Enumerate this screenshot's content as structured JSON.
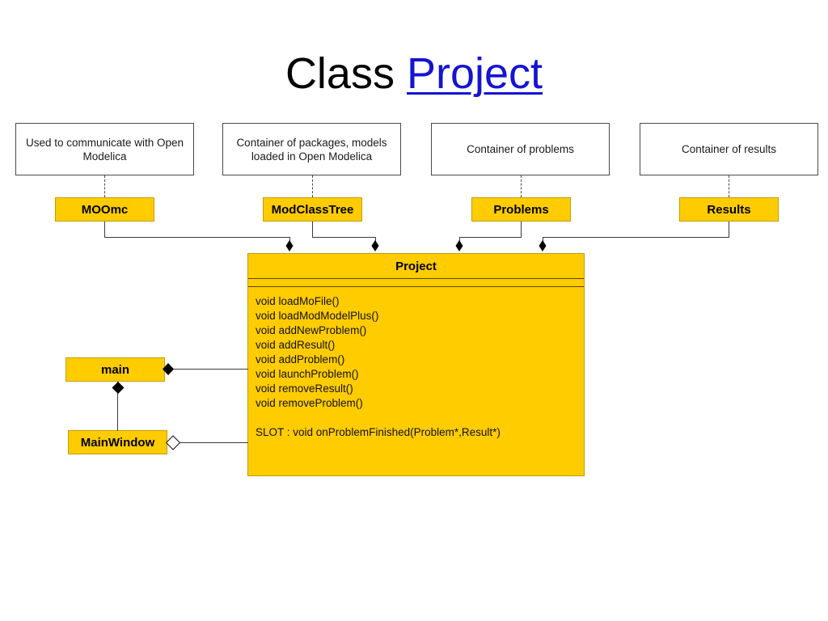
{
  "slide": {
    "title_plain": "Class ",
    "title_link": "Project",
    "link_color": "#1414d2",
    "accent_yellow": "#ffcc00",
    "line_color": "#3a3a3a"
  },
  "notes": [
    {
      "id": "note-moomc",
      "text": "Used to communicate with Open Modelica"
    },
    {
      "id": "note-modclasstree",
      "text": "Container of packages, models loaded in Open Modelica"
    },
    {
      "id": "note-problems",
      "text": "Container of problems"
    },
    {
      "id": "note-results",
      "text": "Container of results"
    }
  ],
  "classes": [
    {
      "id": "class-moomc",
      "name": "MOOmc"
    },
    {
      "id": "class-modclasstree",
      "name": "ModClassTree"
    },
    {
      "id": "class-problems",
      "name": "Problems"
    },
    {
      "id": "class-results",
      "name": "Results"
    },
    {
      "id": "class-main",
      "name": "main"
    },
    {
      "id": "class-mainwindow",
      "name": "MainWindow"
    }
  ],
  "project": {
    "name": "Project",
    "attributes": [],
    "methods": [
      "void loadMoFile()",
      "void loadModModelPlus()",
      "void addNewProblem()",
      "void addResult()",
      "void addProblem()",
      "void launchProblem()",
      "void removeResult()",
      "void removeProblem()"
    ],
    "slots": [
      "SLOT : void onProblemFinished(Problem*,Result*)"
    ]
  },
  "relations": [
    {
      "from": "MOOmc",
      "to": "Project",
      "type": "composition"
    },
    {
      "from": "ModClassTree",
      "to": "Project",
      "type": "composition"
    },
    {
      "from": "Problems",
      "to": "Project",
      "type": "composition"
    },
    {
      "from": "Results",
      "to": "Project",
      "type": "composition"
    },
    {
      "from": "main",
      "to": "Project",
      "type": "composition"
    },
    {
      "from": "main",
      "to": "MainWindow",
      "type": "composition"
    },
    {
      "from": "MainWindow",
      "to": "Project",
      "type": "aggregation"
    }
  ]
}
